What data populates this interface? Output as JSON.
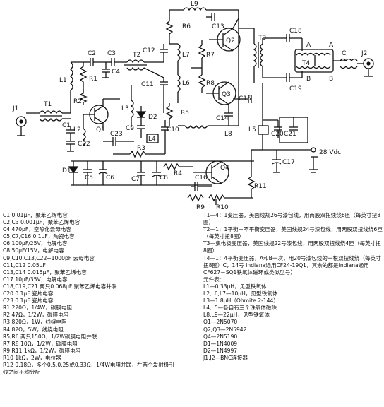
{
  "labels": {
    "J1": "J1",
    "J2": "J2",
    "T1": "T1",
    "T2": "T2",
    "T3": "T3",
    "T4": "T4",
    "L1": "L1",
    "L2": "L2",
    "L3": "L3",
    "L4": "L4",
    "L5": "L5",
    "L6": "L6",
    "L7": "L7",
    "L8": "L8",
    "L9": "L9",
    "R1": "R1",
    "R2": "R2",
    "R3": "R3",
    "R4": "R4",
    "R5": "R5",
    "R6": "R6",
    "R7": "R7",
    "R8": "R8",
    "R9": "R9",
    "R10": "R10",
    "R11": "R11",
    "C1": "C1",
    "C2": "C2",
    "C3": "C3",
    "C4": "C4",
    "C5": "C5",
    "C6": "C6",
    "C7": "C7",
    "C8": "C8",
    "C9": "C9",
    "C10": "C10",
    "C11": "C11",
    "C12": "C12",
    "C13": "C13",
    "C14": "C14",
    "C15": "C15",
    "C16": "C16",
    "C17": "C17",
    "C18": "C18",
    "C19": "C19",
    "C20": "C20",
    "C21": "C21",
    "C22": "C22",
    "C23": "C23",
    "Q1": "Q1",
    "Q2": "Q2",
    "Q3": "Q3",
    "Q4": "Q4",
    "D1": "D1",
    "D2": "D2",
    "A1": "A",
    "B1": "B",
    "A2": "A",
    "B2": "B",
    "C": "C",
    "vdc": "28 Vdc"
  },
  "notes_left": [
    "C1   0.01μF，聚苯乙烯电容",
    "C2,C3   0.001μF，聚苯乙烯电容",
    "C4   470pF，空隙化云母电容",
    "C5,C7,C16   0.1μF，陶瓷电容",
    "C6   100μF/25V，电解电容",
    "C8   50μF/15V，电解电容",
    "C9,C10,C13,C22~1000pF 云母电容",
    "C11,C12   0.05μF",
    "C13,C14   0.015μF，聚苯乙烯电容",
    "C17   10μF/35V，电解电容",
    "C18,C19,C21   两只0.068μF 聚苯乙烯电容并联",
    "C20   0.1μF   瓷片电容",
    "C23   0.1μF   瓷片电容",
    "R1   220Ω，1/4W，碳膜电阻",
    "R2   47Ω，1/2W，碳膜电阻",
    "R3   820Ω，1W，线绕电阻",
    "R4   82Ω，5W，线绕电阻",
    "R5,R6   两只150Ω，1/2W碳膜电阻并联",
    "R7,R8   10Ω，1/2W，碳膜电阻",
    "R9,R11   1kΩ，1/2W，碳膜电阻",
    "R10   1kΩ，2W，电位器",
    "R12   0.18Ω，多个0.5,0.25或0.33Ω，1/4W电阻并联，在两个发射极引",
    "         线之间平均分配"
  ],
  "notes_right": [
    "T1—4：1变压器，美国线规26号漆包线，用两股双扭线绕6匝（每英寸扭8圈）",
    "T2—1：1平衡－不平衡变压器，美国线规24号漆包线，用两股双扭线绕6匝（每英寸扭8圈）",
    "T3—集电极变压器，美国线规22号漆包线，用两股双扭线绕4匝（每英寸扭8圈）",
    "T4—1：4平衡变压器，A和B一次，用20号漆包线的一根双扭线绕（每英寸扭8圈）C，14号 Indiana通用CF24-19Q1，其余的都是Indiana通用CF627－SQ1铁氧体磁环或类似型号）",
    "元件表：",
    "L1—0.33μH，见型铁氧体",
    "L2,L6,L7—10μH，见型铁氧体",
    "L3—1.8μH（Ohmite 2-144）",
    "L4,L5—各自有三个珠氧体磁珠",
    "L8,L9—22μH，见型铁氧体",
    "Q1—2N5070",
    "Q2,Q3—2N5942",
    "Q4—2N5190",
    "D1—1N4009",
    "D2—1N4997",
    "J1,J2—BNC连接器"
  ]
}
